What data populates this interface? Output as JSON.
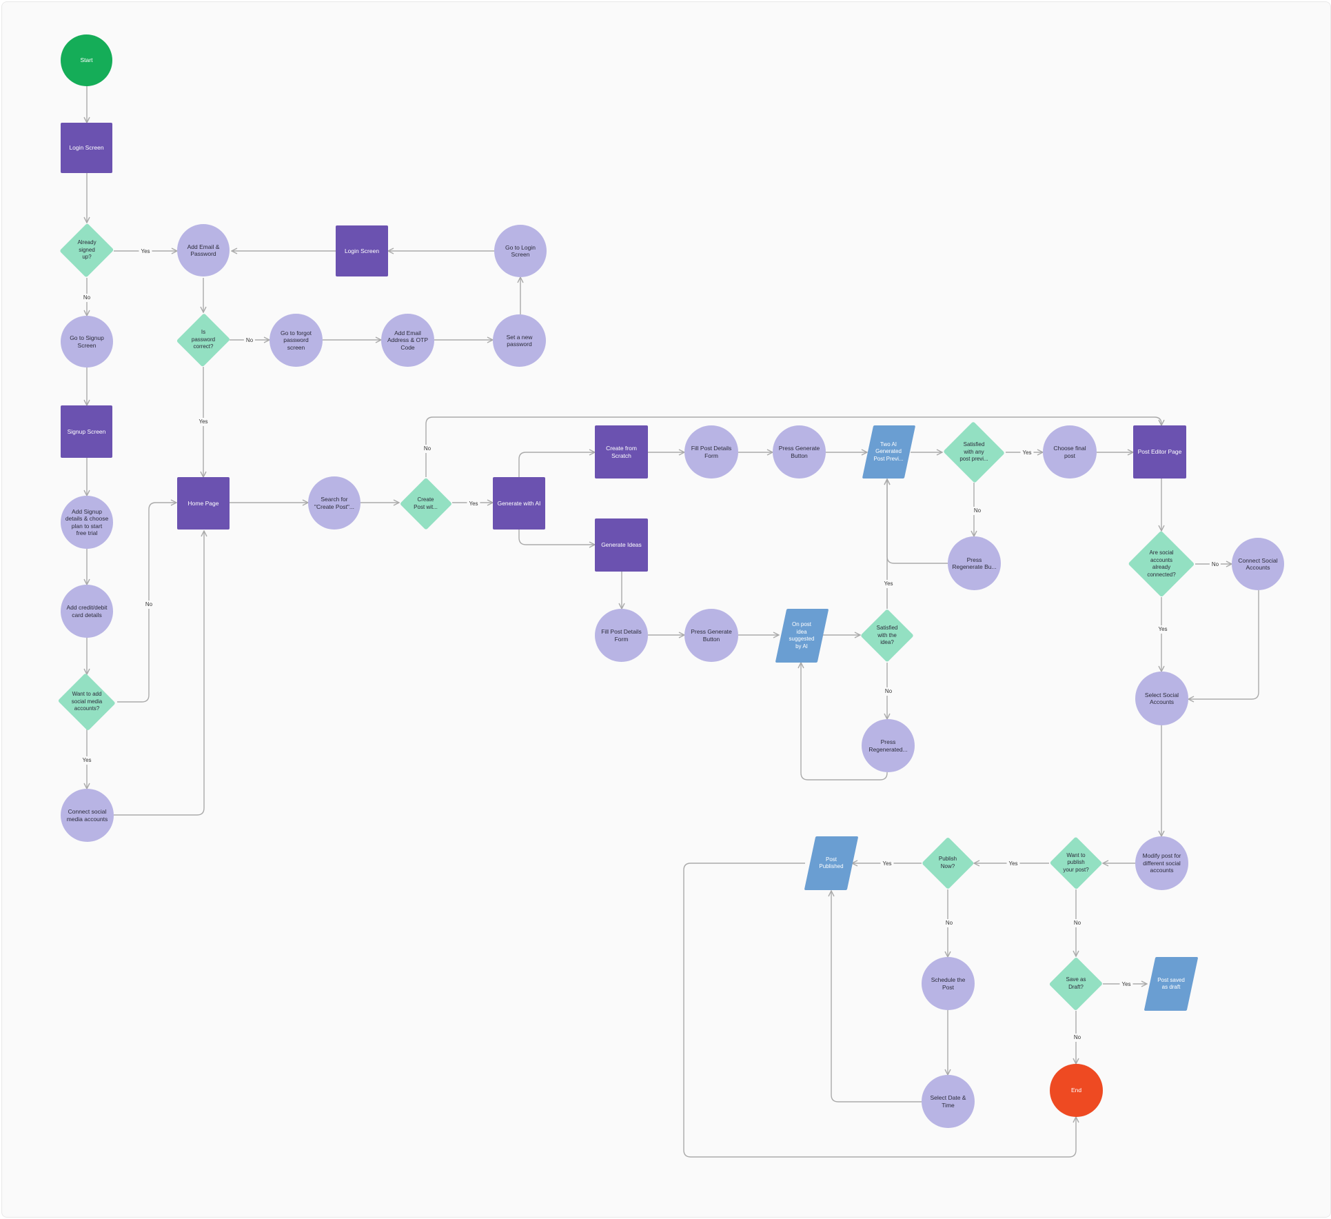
{
  "colors": {
    "start": "#15ad58",
    "end": "#ee4a22",
    "process": "#b8b4e4",
    "screen": "#6b52b0",
    "decision": "#93e0c2",
    "output": "#6a9ed2",
    "connector": "#a9a9a9"
  },
  "nodes": {
    "start": "Start",
    "login_screen": "Login Screen",
    "already_signed_up": "Already\nsigned\nup?",
    "add_email_password": "Add Email &\nPassword",
    "login_screen_2": "Login Screen",
    "go_to_login_screen": "Go to Login\nScreen",
    "go_to_signup_screen": "Go to Signup\nScreen",
    "is_password_correct": "Is\npassword\ncorrect?",
    "go_to_forgot_password": "Go to forgot\npassword\nscreen",
    "add_email_otp": "Add Email\nAddress & OTP\nCode",
    "set_new_password": "Set a new\npassword",
    "signup_screen": "Signup Screen",
    "add_signup_details": "Add Signup\ndetails & choose\nplan to start\nfree trial",
    "add_card_details": "Add credit/debit\ncard details",
    "want_social_accounts": "Want to add\nsocial media\naccounts?",
    "connect_social_media": "Connect social\nmedia accounts",
    "home_page": "Home Page",
    "search_create_post": "Search for\n\"Create Post\"...",
    "create_post_with": "Create\nPost wit...",
    "generate_with_ai": "Generate with AI",
    "create_from_scratch": "Create from\nScratch",
    "fill_post_details_1": "Fill Post Details\nForm",
    "press_generate_1": "Press Generate\nButton",
    "two_ai_previews": "Two AI\nGenerated\nPost Previ...",
    "satisfied_preview": "Satisfied\nwith any\npost previ...",
    "choose_final_post": "Choose final\npost",
    "post_editor_page": "Post Editor Page",
    "press_regenerate_bu": "Press\nRegenerate Bu...",
    "generate_ideas": "Generate Ideas",
    "fill_post_details_2": "Fill Post Details\nForm",
    "press_generate_2": "Press Generate\nButton",
    "one_post_idea": "On post\nidea\nsuggested\nby AI",
    "satisfied_idea": "Satisfied\nwith the\nidea?",
    "press_regenerated": "Press\nRegenerated...",
    "are_accounts_connected": "Are social\naccounts\nalready\nconnected?",
    "connect_social_accounts": "Connect Social\nAccounts",
    "select_social_accounts": "Select Social\nAccounts",
    "modify_post": "Modify post for\ndifferent social\naccounts",
    "want_publish": "Want to\npublish\nyour post?",
    "publish_now": "Publish\nNow?",
    "post_published": "Post\nPublished",
    "schedule_post": "Schedule the\nPost",
    "select_date_time": "Select  Date &\nTime",
    "save_as_draft": "Save as\nDraft?",
    "post_saved_draft": "Post saved\nas draft",
    "end": "End"
  },
  "edge_labels": {
    "yes_signed_up": "Yes",
    "no_signed_up": "No",
    "no_password": "No",
    "yes_password": "Yes",
    "no_social": "No",
    "yes_social": "Yes",
    "no_create_post": "No",
    "yes_create_post": "Yes",
    "yes_preview": "Yes",
    "no_preview": "No",
    "yes_idea": "Yes",
    "no_idea": "No",
    "no_connected": "No",
    "yes_connected": "Yes",
    "yes_publish": "Yes",
    "no_publish": "No",
    "yes_publish_now": "Yes",
    "no_publish_now": "No",
    "yes_draft": "Yes",
    "no_draft": "No"
  }
}
